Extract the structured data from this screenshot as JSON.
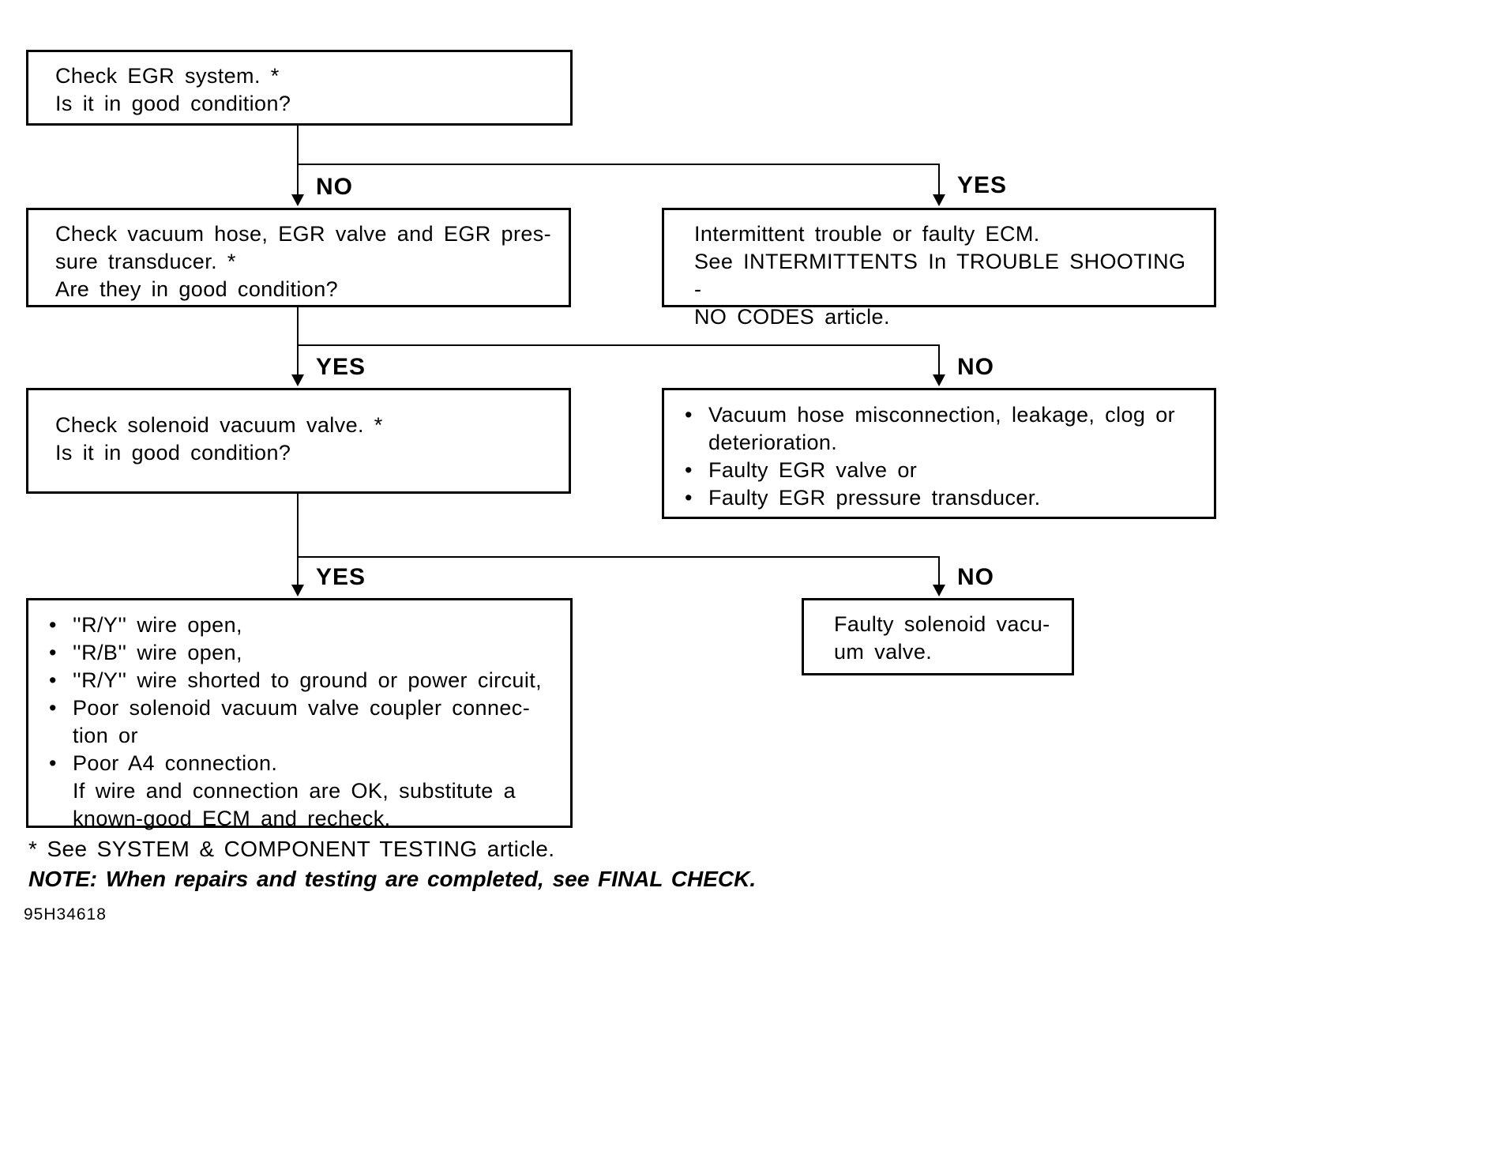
{
  "page": {
    "background": "#ffffff",
    "ink": "#000000",
    "footnote": "* See SYSTEM & COMPONENT TESTING article.",
    "note": "NOTE:  When repairs and testing are completed, see FINAL CHECK.",
    "figure_code": "95H34618"
  },
  "flowchart": {
    "type": "troubleshooting-flowchart",
    "boxes": {
      "check_egr": {
        "lines": [
          "Check EGR system. *",
          "Is it in good condition?"
        ]
      },
      "check_vacuum_hose": {
        "lines": [
          "Check vacuum hose, EGR valve and EGR pres-",
          "sure transducer. *",
          "Are they in good condition?"
        ]
      },
      "intermittent_trouble": {
        "lines": [
          "Intermittent trouble or faulty ECM.",
          "See INTERMITTENTS In TROUBLE SHOOTING -",
          "NO CODES article."
        ]
      },
      "check_solenoid": {
        "lines": [
          "Check solenoid vacuum valve. *",
          "Is it in good condition?"
        ]
      },
      "vacuum_faults": {
        "bullets": [
          [
            "Vacuum hose misconnection, leakage, clog or",
            "deterioration."
          ],
          [
            "Faulty EGR valve or"
          ],
          [
            "Faulty EGR pressure transducer."
          ]
        ]
      },
      "wire_faults": {
        "bullets": [
          [
            "''R/Y'' wire open,"
          ],
          [
            "''R/B'' wire open,"
          ],
          [
            "''R/Y'' wire shorted to ground or power circuit,"
          ],
          [
            "Poor solenoid vacuum valve coupler connec-",
            "tion or"
          ],
          [
            "Poor A4 connection.",
            "If wire and connection are OK, substitute a",
            "known-good ECM and recheck."
          ]
        ]
      },
      "faulty_solenoid": {
        "lines": [
          "Faulty solenoid vacu-",
          "um valve."
        ]
      }
    },
    "branch_labels": {
      "b1_left": "NO",
      "b1_right": "YES",
      "b2_left": "YES",
      "b2_right": "NO",
      "b3_left": "YES",
      "b3_right": "NO"
    },
    "edges": [
      {
        "from": "check_egr",
        "label": "NO",
        "to": "check_vacuum_hose"
      },
      {
        "from": "check_egr",
        "label": "YES",
        "to": "intermittent_trouble"
      },
      {
        "from": "check_vacuum_hose",
        "label": "YES",
        "to": "check_solenoid"
      },
      {
        "from": "check_vacuum_hose",
        "label": "NO",
        "to": "vacuum_faults"
      },
      {
        "from": "check_solenoid",
        "label": "YES",
        "to": "wire_faults"
      },
      {
        "from": "check_solenoid",
        "label": "NO",
        "to": "faulty_solenoid"
      }
    ]
  }
}
